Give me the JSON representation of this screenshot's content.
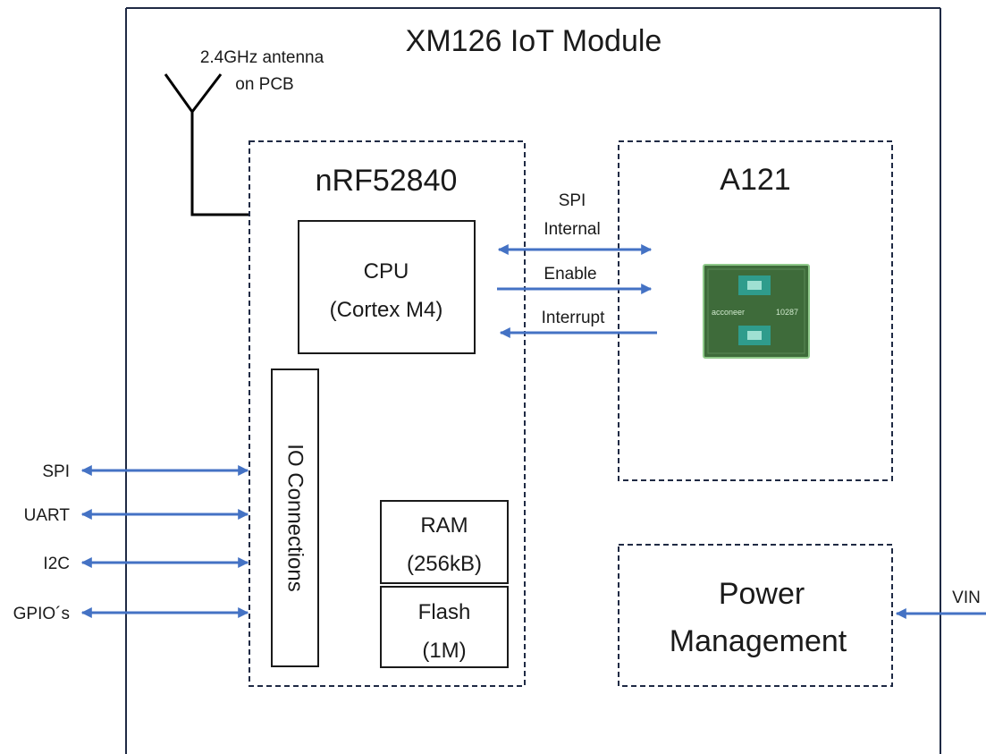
{
  "module": {
    "title": "XM126 IoT Module"
  },
  "antenna": {
    "label_line1": "2.4GHz antenna",
    "label_line2": "on PCB"
  },
  "mcu": {
    "title": "nRF52840",
    "cpu_line1": "CPU",
    "cpu_line2": "(Cortex M4)",
    "io_label": "IO Connections",
    "ram_line1": "RAM",
    "ram_line2": "(256kB)",
    "flash_line1": "Flash",
    "flash_line2": "(1M)"
  },
  "radar": {
    "title": "A121",
    "chip_brand": "acconeer",
    "chip_code": "10287",
    "chip_colors": {
      "board": "#3e6b3a",
      "pad": "#2f9c8c",
      "border": "#8fc98a"
    }
  },
  "links": {
    "spi_line1": "SPI",
    "spi_line2": "Internal",
    "enable": "Enable",
    "interrupt": "Interrupt"
  },
  "interfaces": [
    "SPI",
    "UART",
    "I2C",
    "GPIO´s"
  ],
  "power": {
    "line1": "Power",
    "line2": "Management",
    "input": "VIN"
  },
  "colors": {
    "arrow": "#4472c4",
    "border": "#1f2a44"
  }
}
